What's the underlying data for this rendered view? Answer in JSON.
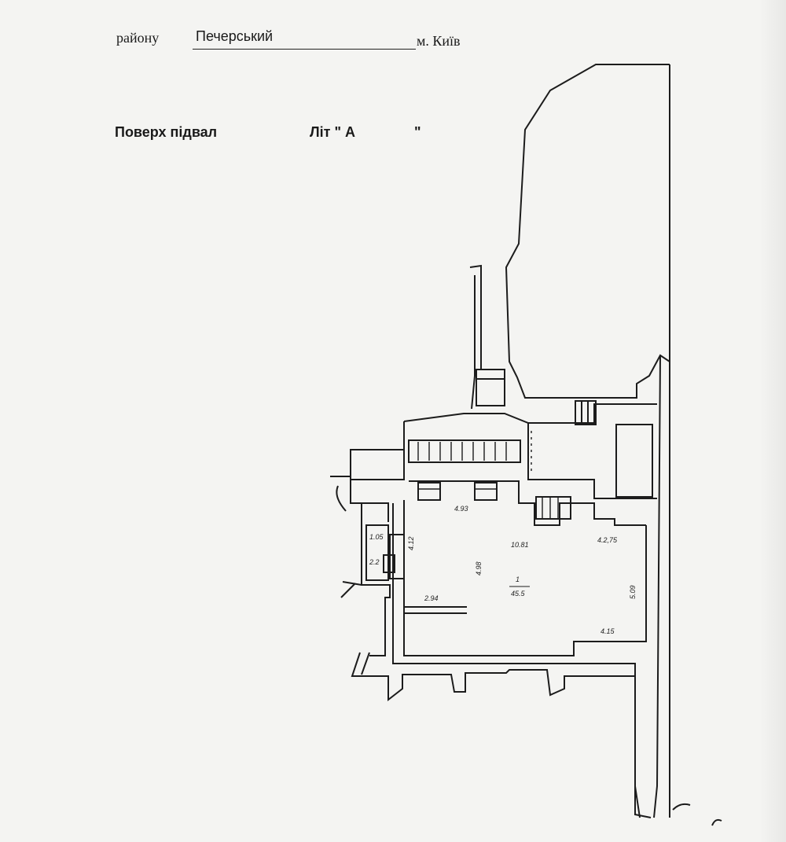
{
  "header": {
    "district_prefix": "району",
    "district_value": "Печерський",
    "city_label": "м. Київ"
  },
  "floor": {
    "label": "Поверх підвал",
    "lit_label": "Літ \" А",
    "lit_close": "\""
  },
  "plan": {
    "line_color": "#1c1c1c",
    "dims": {
      "corridor_top": "4.93",
      "height_left": "4.12",
      "length_mid": "4.98",
      "room_no": "10.81",
      "area_code": "1",
      "area": "45.5",
      "width_bottom": "2.94",
      "side_right": "5.09",
      "bottom_right": "4.15",
      "top_right": "4.2,75",
      "small_a": "1.05",
      "small_b": "2.2"
    }
  }
}
